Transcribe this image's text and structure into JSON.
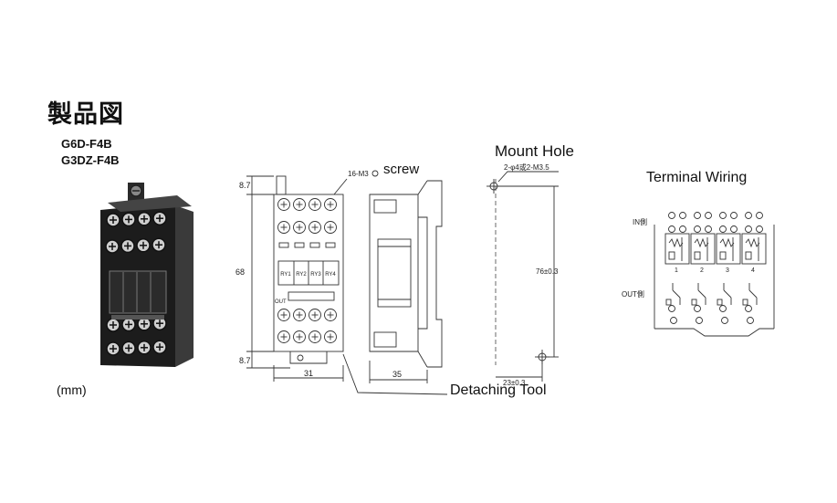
{
  "heading": "製品図",
  "models": [
    "G6D-F4B",
    "G3DZ-F4B"
  ],
  "unit": "(mm)",
  "labels": {
    "screw": "screw",
    "detaching_tool": "Detaching Tool",
    "mount_hole": "Mount Hole",
    "terminal_wiring": "Terminal Wiring"
  },
  "front_view": {
    "screw_spec": "16-M3",
    "top_margin": "8.7",
    "bottom_margin": "8.7",
    "height": "68",
    "width": "31",
    "relays": [
      "RY1",
      "RY2",
      "RY3",
      "RY4"
    ],
    "out_label": "OUT"
  },
  "side_view": {
    "depth": "35"
  },
  "mount_hole": {
    "hole_spec": "2-φ4或2-M3.5",
    "pitch": "76±0.3",
    "offset": "23±0.3"
  },
  "wiring": {
    "in_side": "IN側",
    "out_side": "OUT側",
    "channels": [
      "1",
      "2",
      "3",
      "4"
    ]
  },
  "colors": {
    "ink": "#333333",
    "product_body": "#1c1c1c"
  }
}
